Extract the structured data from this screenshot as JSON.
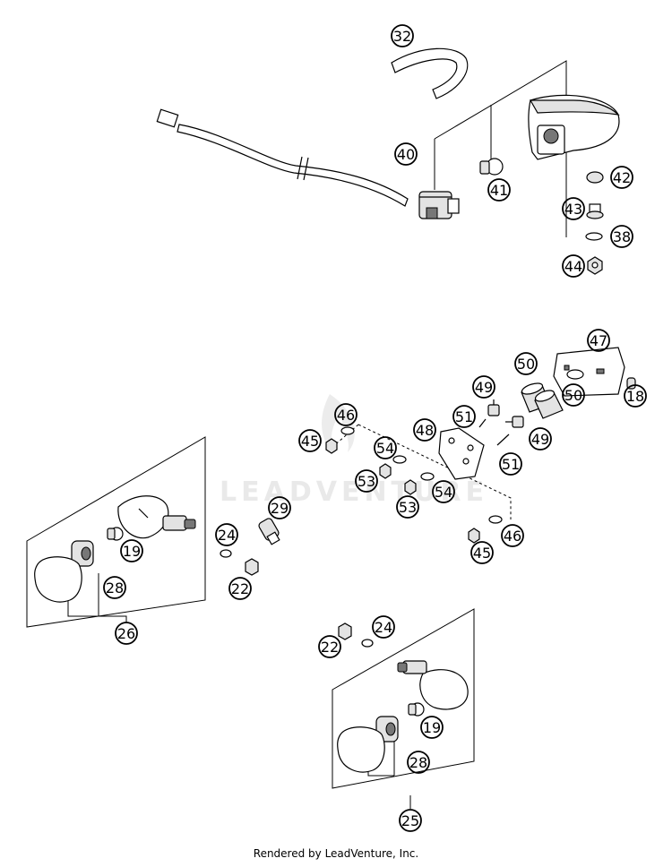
{
  "callouts": [
    "32",
    "40",
    "41",
    "42",
    "43",
    "38",
    "44",
    "47",
    "50",
    "49",
    "51",
    "46",
    "45",
    "48",
    "54",
    "53",
    "29",
    "24",
    "19",
    "22",
    "28",
    "26",
    "50",
    "49",
    "51",
    "53",
    "54",
    "46",
    "45",
    "18",
    "22",
    "24",
    "19",
    "28",
    "25"
  ],
  "watermark": "LEADVENTURE",
  "footer": "Rendered by LeadVenture, Inc."
}
